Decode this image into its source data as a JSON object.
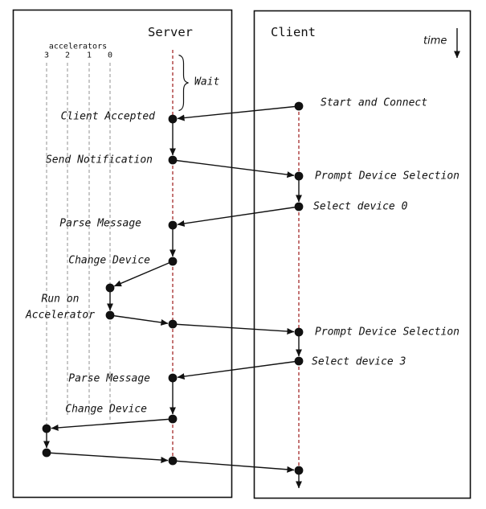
{
  "colors": {
    "ink": "#111111",
    "lifeline": "#a52a2a",
    "accelerator_line": "#9b9b9b",
    "background": "#ffffff"
  },
  "server": {
    "title": "Server",
    "wait_label": "Wait",
    "accelerators": {
      "label": "accelerators",
      "ids": [
        "3",
        "2",
        "1",
        "0"
      ]
    },
    "events": {
      "client_accepted": "Client Accepted",
      "send_notification": "Send Notification",
      "parse_message_1": "Parse Message",
      "change_device_1": "Change Device",
      "run_on_line1": "Run on",
      "run_on_line2": "Accelerator",
      "parse_message_2": "Parse Message",
      "change_device_2": "Change Device"
    }
  },
  "client": {
    "title": "Client",
    "time_label": "time",
    "events": {
      "start_and_connect": "Start and Connect",
      "prompt_device_selection_1": "Prompt Device Selection",
      "select_device_0": "Select device 0",
      "prompt_device_selection_2": "Prompt Device Selection",
      "select_device_3": "Select device 3"
    }
  }
}
